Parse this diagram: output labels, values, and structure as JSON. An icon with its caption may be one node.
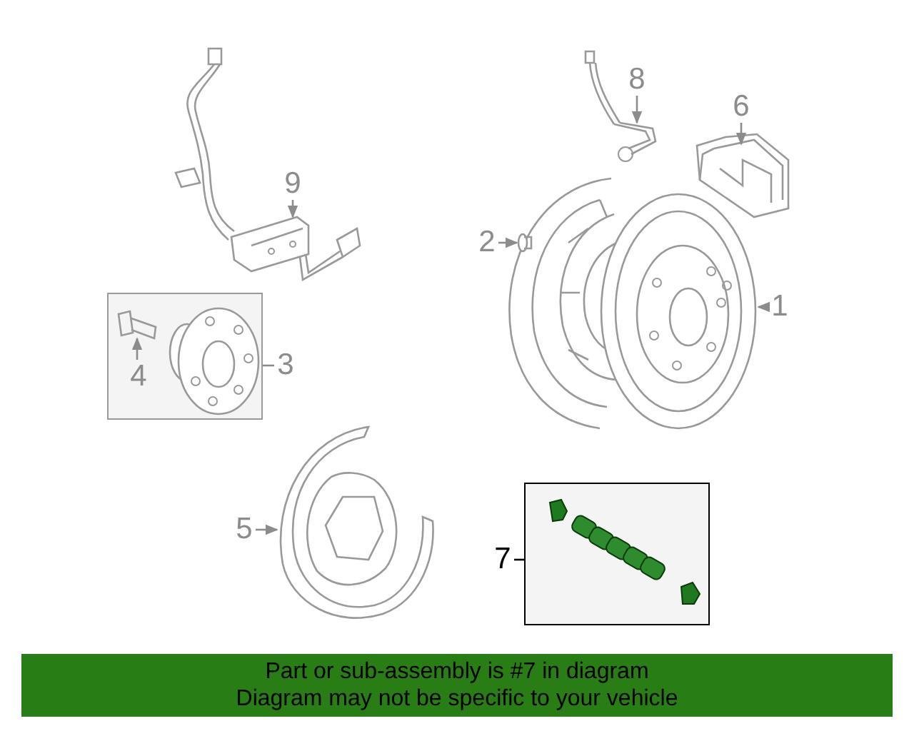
{
  "diagram": {
    "nodes": [
      {
        "text": [
          "8"
        ]
      },
      {
        "text": [],
        "shape": "picture"
      },
      {
        "text": [
          "6"
        ]
      },
      {
        "text": [],
        "shape": "picture"
      },
      {
        "text": [
          "9"
        ]
      },
      {
        "text": [],
        "shape": "picture"
      },
      {
        "text": [
          "2"
        ]
      },
      {
        "text": [],
        "shape": "cylinder"
      },
      {
        "text": [
          "1"
        ]
      },
      {
        "text": [],
        "shape": "picture"
      },
      {
        "text": [],
        "shape": "box"
      },
      {
        "text": [
          "4"
        ],
        "in": 10
      },
      {
        "text": [],
        "shape": "picture",
        "in": 10
      },
      {
        "text": [],
        "shape": "picture",
        "in": 10
      },
      {
        "text": [
          "3"
        ]
      },
      {
        "text": [
          "5"
        ]
      },
      {
        "text": [],
        "shape": "picture"
      },
      {
        "text": [],
        "shape": "box"
      },
      {
        "text": [],
        "shape": "picture",
        "in": 17
      },
      {
        "text": [
          "7"
        ]
      },
      {
        "text": [
          "Part or sub-assembly is #7 in diagram",
          "Diagram may not be specific to your vehicle"
        ]
      }
    ],
    "edges": [
      {
        "from": 0,
        "to": 1,
        "arrow": "to"
      },
      {
        "from": 2,
        "to": 3,
        "arrow": "to"
      },
      {
        "from": 4,
        "to": 5,
        "arrow": "to"
      },
      {
        "from": 6,
        "to": 7,
        "arrow": "to"
      },
      {
        "from": 8,
        "to": 9,
        "arrow": "to"
      },
      {
        "from": 11,
        "to": 12,
        "arrow": "to"
      },
      {
        "from": 14,
        "to": 10,
        "arrow": "none"
      },
      {
        "from": 15,
        "to": 16,
        "arrow": "to"
      },
      {
        "from": 19,
        "to": 17,
        "arrow": "none",
        "color": "#000000"
      }
    ]
  }
}
